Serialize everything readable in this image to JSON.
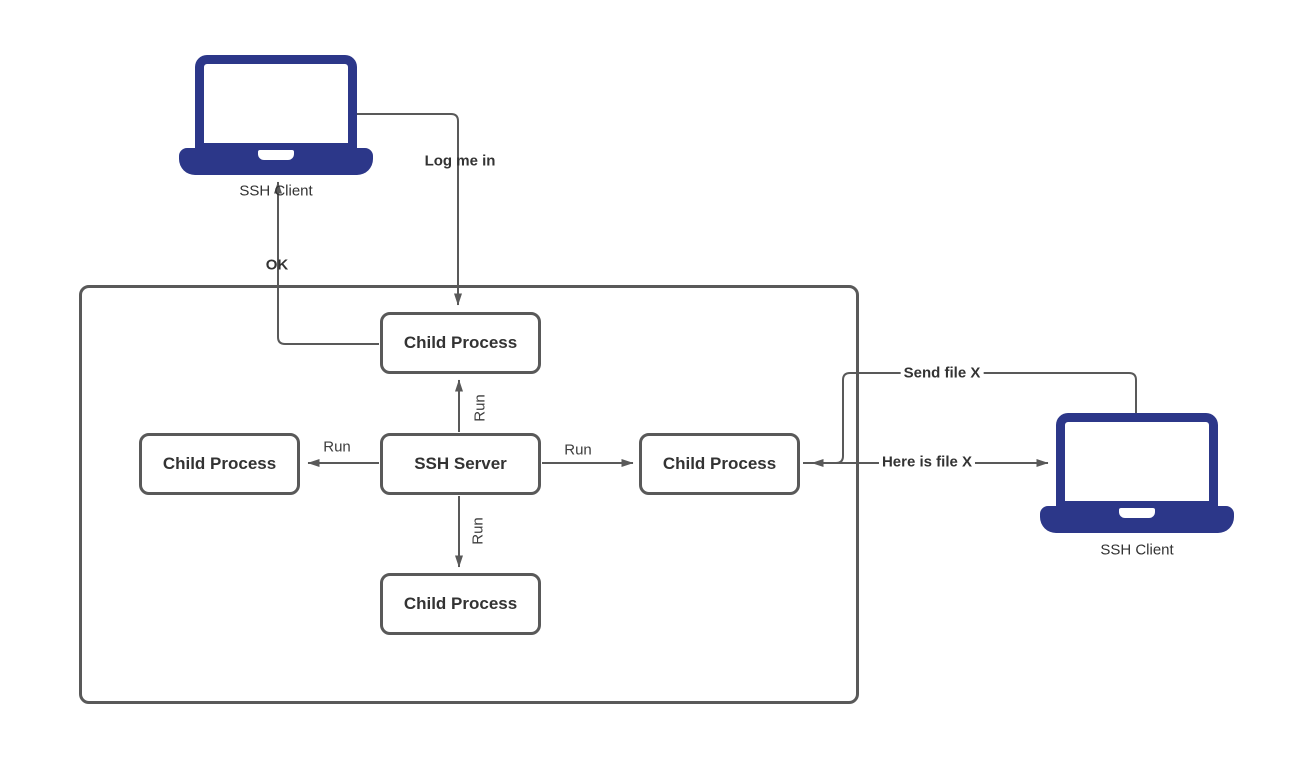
{
  "diagram_type": "flowchart",
  "colors": {
    "background": "#ffffff",
    "line": "#595959",
    "box_border": "#595959",
    "text": "#333333",
    "laptop_fill": "#2c3789"
  },
  "nodes": {
    "client_left": {
      "label": "SSH Client",
      "icon": "laptop-icon"
    },
    "client_right": {
      "label": "SSH Client",
      "icon": "laptop-icon"
    },
    "server": {
      "label": "SSH Server"
    },
    "child_top": {
      "label": "Child Process"
    },
    "child_left": {
      "label": "Child Process"
    },
    "child_right": {
      "label": "Child Process"
    },
    "child_bottom": {
      "label": "Child Process"
    }
  },
  "edges": {
    "log_me_in": {
      "label": "Log me in",
      "from": "client_left",
      "to": "child_top"
    },
    "ok": {
      "label": "OK",
      "from": "child_top",
      "to": "client_left"
    },
    "run_up": {
      "label": "Run",
      "from": "server",
      "to": "child_top"
    },
    "run_left": {
      "label": "Run",
      "from": "server",
      "to": "child_left"
    },
    "run_right": {
      "label": "Run",
      "from": "server",
      "to": "child_right"
    },
    "run_down": {
      "label": "Run",
      "from": "server",
      "to": "child_bottom"
    },
    "send_file": {
      "label": "Send file X",
      "from": "client_right",
      "to": "child_right"
    },
    "here_is_file": {
      "label": "Here is file X",
      "from": "child_right",
      "to": "client_right"
    }
  }
}
